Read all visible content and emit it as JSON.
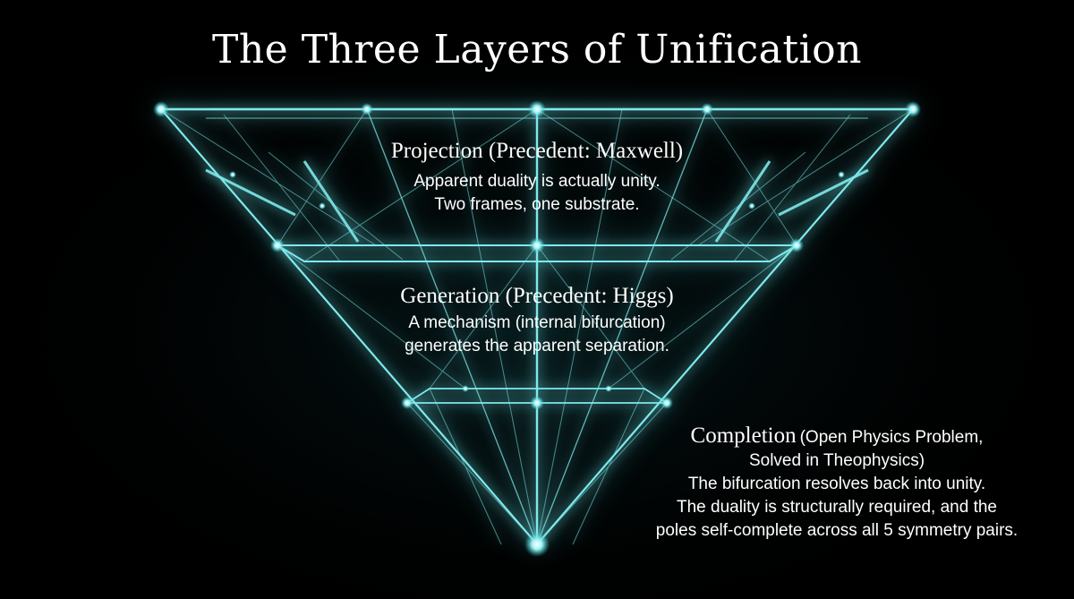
{
  "title": "The Three Layers of Unification",
  "colors": {
    "background": "#000000",
    "line": "#7fe9ec",
    "glow": "#4fd8e0",
    "text": "#ffffff"
  },
  "layers": [
    {
      "heading": "Projection (Precedent: Maxwell)",
      "lines": [
        "Apparent duality is actually unity.",
        "Two frames, one substrate."
      ]
    },
    {
      "heading": "Generation (Precedent: Higgs)",
      "lines": [
        "A mechanism (internal bifurcation)",
        "generates the apparent separation."
      ]
    },
    {
      "heading": "Completion",
      "heading_sub": "(Open Physics Problem,",
      "lines": [
        "Solved in Theophysics)",
        "The bifurcation resolves back into unity.",
        "The duality is structurally required, and the",
        "poles self-complete across all 5 symmetry pairs."
      ]
    }
  ]
}
